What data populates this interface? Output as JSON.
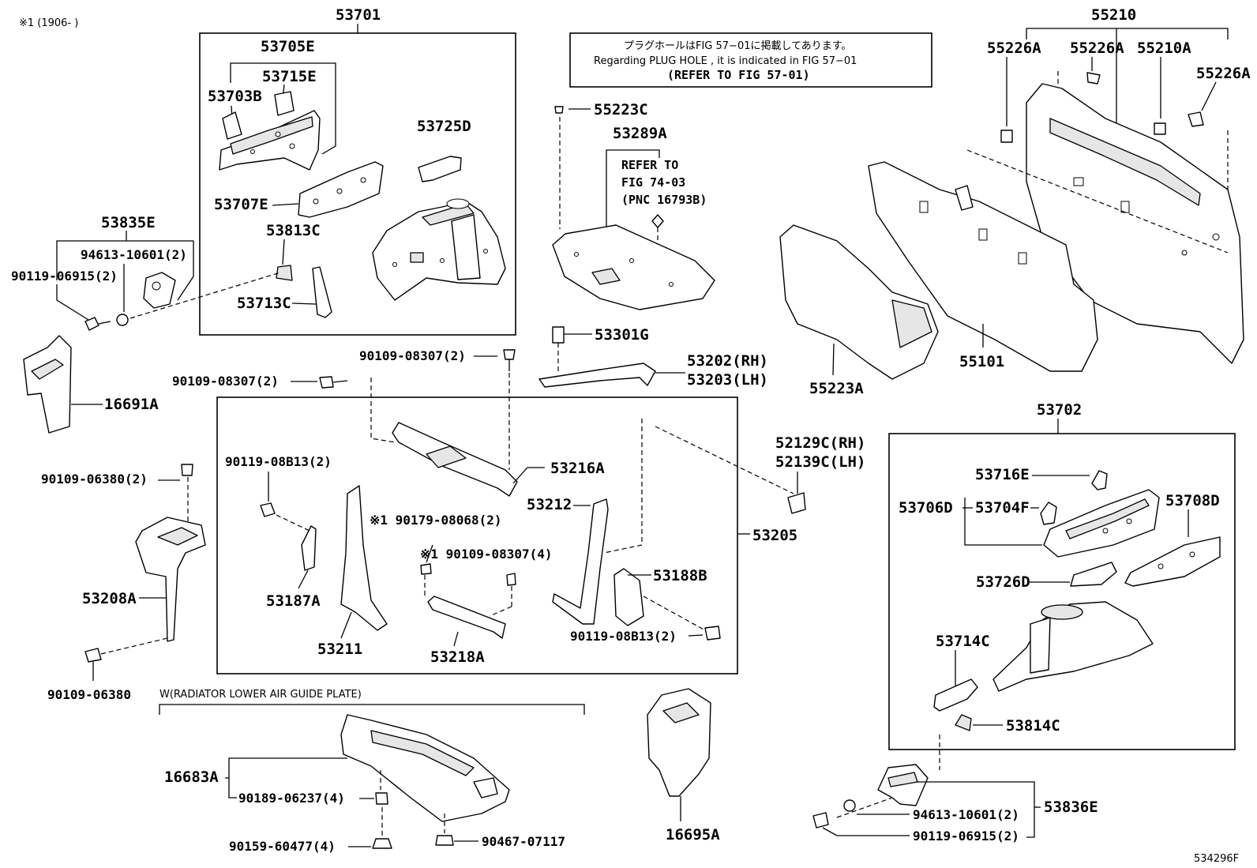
{
  "header_note": "※1 (1906-      )",
  "drawing_code": "534296F",
  "notice": {
    "line1": "プラグホールはFIG 57−01に掲載してあります。",
    "line2": "Regarding  PLUG  HOLE , it is indicated in FIG  57−01",
    "line3": "(REFER  TO  FIG 57-01)"
  },
  "refer_note": {
    "line1": "REFER TO",
    "line2": "FIG 74-03",
    "line3": "(PNC 16793B)"
  },
  "lower_guide_note": "W(RADIATOR LOWER AIR GUIDE PLATE)",
  "labels": {
    "p53701": "53701",
    "p53705E": "53705E",
    "p53715E": "53715E",
    "p53703B": "53703B",
    "p53725D": "53725D",
    "p53707E": "53707E",
    "p53813C": "53813C",
    "p53713C": "53713C",
    "p53835E": "53835E",
    "p94613_top": "94613-10601(2)",
    "p90119_top": "90119-06915(2)",
    "p16691A": "16691A",
    "p55223C": "55223C",
    "p53289A": "53289A",
    "p53301G": "53301G",
    "p53202": "53202(RH)",
    "p53203": "53203(LH)",
    "p90109_mid_a": "90109-08307(2)",
    "p90109_mid_b": "90109-08307(2)",
    "p55210": "55210",
    "p55226A_1": "55226A",
    "p55226A_2": "55226A",
    "p55210A": "55210A",
    "p55226A_3": "55226A",
    "p55223A": "55223A",
    "p55101": "55101",
    "p90109_06380_2": "90109-06380(2)",
    "p53208A": "53208A",
    "p90109_06380": "90109-06380",
    "p90119_08B13_a": "90119-08B13(2)",
    "p53187A": "53187A",
    "p53211": "53211",
    "p53216A": "53216A",
    "p90179": "※1 90179-08068(2)",
    "p90109_08307_4": "※1 90109-08307(4)",
    "p53218A": "53218A",
    "p53212": "53212",
    "p53188B": "53188B",
    "p90119_08B13_b": "90119-08B13(2)",
    "p53205": "53205",
    "p52129C": "52129C(RH)",
    "p52139C": "52139C(LH)",
    "p53702": "53702",
    "p53716E": "53716E",
    "p53706D": "53706D",
    "p53704F": "53704F",
    "p53708D": "53708D",
    "p53726D": "53726D",
    "p53714C": "53714C",
    "p53814C": "53814C",
    "p94613_bot": "94613-10601(2)",
    "p90119_bot": "90119-06915(2)",
    "p53836E": "53836E",
    "p16683A": "16683A",
    "p90189": "90189-06237(4)",
    "p90159": "90159-60477(4)",
    "p90467": "90467-07117",
    "p16695A": "16695A"
  }
}
